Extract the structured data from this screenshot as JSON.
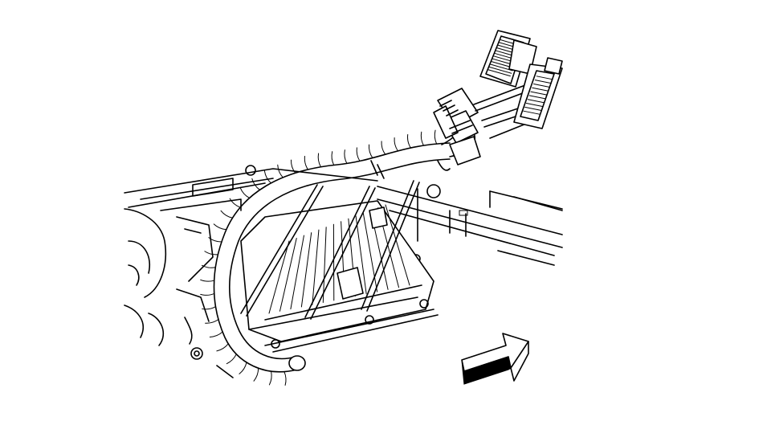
{
  "figure": {
    "kind": "line-art-service-illustration",
    "ink_color": "#000000",
    "background_color": "#ffffff",
    "arrow_direction": "up-right",
    "harness_rings": 34
  }
}
